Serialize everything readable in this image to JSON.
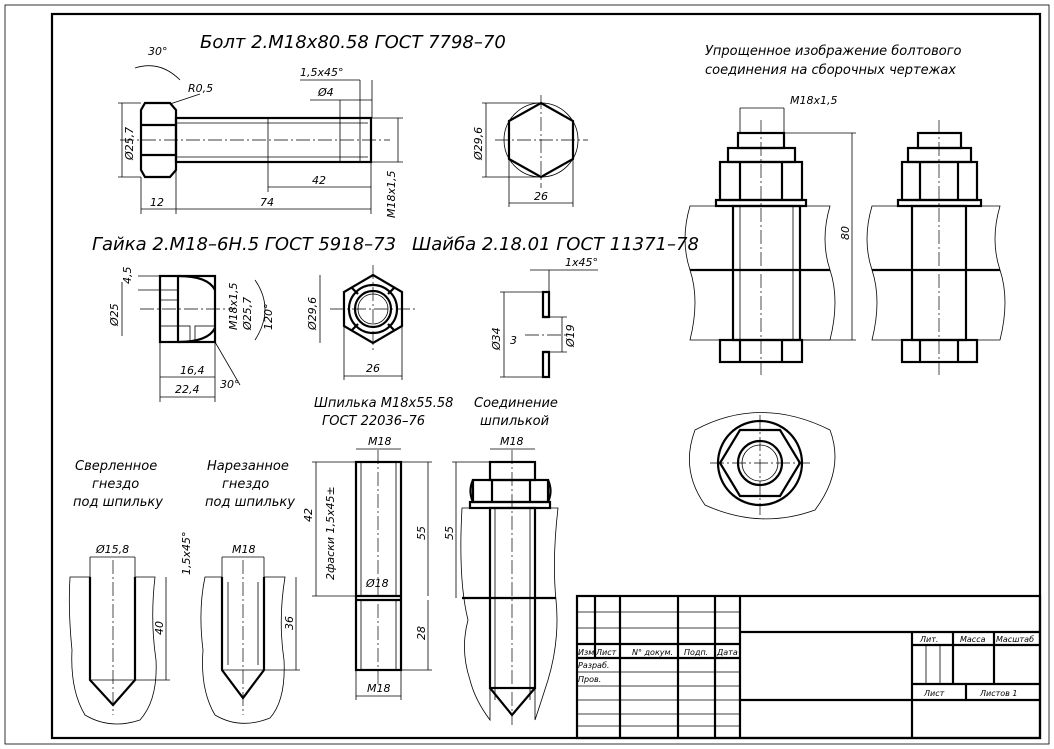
{
  "headings": {
    "bolt": "Болт 2.М18х80.58 ГОСТ 7798–70",
    "nut": "Гайка 2.М18–6Н.5 ГОСТ 5918–73",
    "washer": "Шайба 2.18.01 ГОСТ 11371–78",
    "stud_line1": "Шпилька М18х55.58",
    "stud_line2": "ГОСТ 22036–76",
    "stud_conn_line1": "Соединение",
    "stud_conn_line2": "шпилькой",
    "simplified_line1": "Упрощенное изображение болтового",
    "simplified_line2": "соединения на сборочных чертежах",
    "drilled_line1": "Сверленное",
    "drilled_line2": "гнездо",
    "drilled_line3": "под шпильку",
    "threaded_line1": "Нарезанное",
    "threaded_line2": "гнездо",
    "threaded_line3": "под шпильку"
  },
  "dims": {
    "bolt_angle": "30°",
    "bolt_radius": "R0,5",
    "bolt_chamfer": "1,5x45°",
    "bolt_hole": "Ø4",
    "bolt_head_dia": "Ø25,7",
    "bolt_thread_len": "42",
    "bolt_head_h": "12",
    "bolt_len": "74",
    "bolt_thread": "M18x1,5",
    "bolt_hex_dia": "Ø29,6",
    "bolt_hex_width": "26",
    "nut_h": "4,5",
    "nut_dia": "Ø25",
    "nut_thread": "M18x1,5",
    "nut_dia2": "Ø25,7",
    "nut_angle": "120°",
    "nut_len1": "16,4",
    "nut_len2": "22,4",
    "nut_angle2": "30°",
    "nut_hex_dia": "Ø29,6",
    "nut_hex_width": "26",
    "washer_chamfer": "1x45°",
    "washer_outer": "Ø34",
    "washer_thick": "3",
    "washer_inner": "Ø19",
    "simplified_thread": "M18x1,5",
    "simplified_len": "80",
    "stud_m18_top": "M18",
    "stud_42": "42",
    "stud_chamfers": "2фаски 1,5x45±",
    "stud_55": "55",
    "stud_dia": "Ø18",
    "stud_28": "28",
    "stud_m18_bottom": "M18",
    "conn_m18": "M18",
    "conn_55": "55",
    "drilled_dia": "Ø15,8",
    "drilled_40": "40",
    "threaded_chamfer": "1,5x45°",
    "threaded_m18": "M18",
    "threaded_36": "36"
  },
  "title_block": {
    "izm": "Изм.",
    "list": "Лист",
    "doc_no": "N° докум.",
    "podp": "Подп.",
    "data": "Дата",
    "razrab": "Разраб.",
    "prov": "Пров.",
    "lit": "Лит.",
    "massa": "Масса",
    "masshtab": "Масштаб",
    "list2": "Лист",
    "listov": "Листов  1"
  }
}
